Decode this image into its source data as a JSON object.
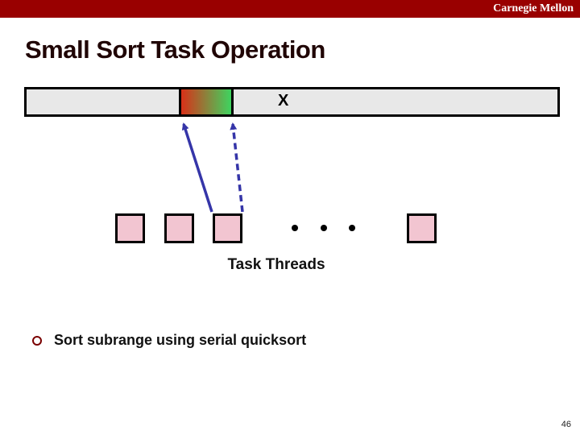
{
  "header": {
    "brand": "Carnegie Mellon"
  },
  "slide": {
    "title": "Small Sort Task Operation",
    "page_number": "46"
  },
  "diagram": {
    "array_bar": {
      "label": "X",
      "description": "array-with-highlighted-subrange"
    },
    "task_threads": {
      "label": "Task Threads",
      "square_count": 4,
      "ellipsis_dot_count": 3
    }
  },
  "bullets": [
    {
      "text": "Sort subrange using serial quicksort"
    }
  ],
  "colors": {
    "header_red": "#990000",
    "title_color": "#200505",
    "arrow_blue": "#3535a8",
    "square_pink": "#f2c5d1",
    "bar_gray": "#e8e8e8",
    "gradient_left": "#d93018",
    "gradient_right": "#3ed45f",
    "bullet_ring": "#7a0000"
  }
}
